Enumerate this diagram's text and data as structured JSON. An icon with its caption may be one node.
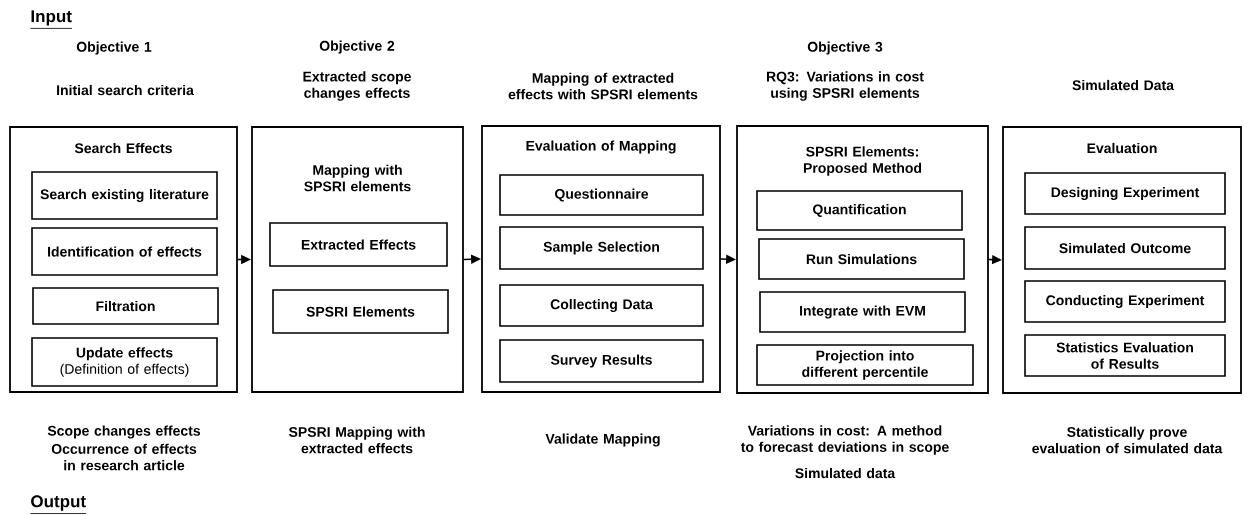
{
  "diagram": {
    "nodes": [
      {
        "text": [
          "Search Effects"
        ]
      },
      {
        "text": [
          "Search existing literature"
        ],
        "in": 0
      },
      {
        "text": [
          "Identification of effects"
        ],
        "in": 0
      },
      {
        "text": [
          "Filtration"
        ],
        "in": 0
      },
      {
        "text": [
          "Update effects",
          "(Definition of effects)"
        ],
        "in": 0
      },
      {
        "text": [
          "Mapping with SPSRI elements"
        ]
      },
      {
        "text": [
          "Extracted Effects"
        ],
        "in": 5
      },
      {
        "text": [
          "SPSRI Elements"
        ],
        "in": 5
      },
      {
        "text": [
          "Evaluation of Mapping"
        ]
      },
      {
        "text": [
          "Questionnaire"
        ],
        "in": 8
      },
      {
        "text": [
          "Sample Selection"
        ],
        "in": 8
      },
      {
        "text": [
          "Collecting Data"
        ],
        "in": 8
      },
      {
        "text": [
          "Survey Results"
        ],
        "in": 8
      },
      {
        "text": [
          "SPSRI Elements: Proposed Method"
        ]
      },
      {
        "text": [
          "Quantification"
        ],
        "in": 13
      },
      {
        "text": [
          "Run Simulations"
        ],
        "in": 13
      },
      {
        "text": [
          "Integrate with EVM"
        ],
        "in": 13
      },
      {
        "text": [
          "Projection into different percentile"
        ],
        "in": 13
      },
      {
        "text": [
          "Evaluation"
        ]
      },
      {
        "text": [
          "Designing Experiment"
        ],
        "in": 18
      },
      {
        "text": [
          "Simulated Outcome"
        ],
        "in": 18
      },
      {
        "text": [
          "Conducting Experiment"
        ],
        "in": 18
      },
      {
        "text": [
          "Statistics Evaluation of Results"
        ],
        "in": 18
      }
    ],
    "edges": [
      {
        "from": 0,
        "to": 5,
        "arrow": "to"
      },
      {
        "from": 5,
        "to": 8,
        "arrow": "to"
      },
      {
        "from": 8,
        "to": 13,
        "arrow": "to"
      },
      {
        "from": 13,
        "to": 18,
        "arrow": "to"
      }
    ],
    "labels": [
      "Input",
      "Objective 1",
      "Initial search criteria",
      "Objective 2",
      "Extracted scope changes effects",
      "Mapping of extracted effects with SPSRI elements",
      "Objective 3",
      "RQ3: Variations in cost using SPSRI elements",
      "Simulated Data",
      "Scope changes effects",
      "Occurrence of effects in research article",
      "SPSRI Mapping with extracted effects",
      "Validate Mapping",
      "Variations in cost: A method to forecast deviations in scope",
      "Simulated data",
      "Statistically prove evaluation of simulated data",
      "Output"
    ]
  }
}
